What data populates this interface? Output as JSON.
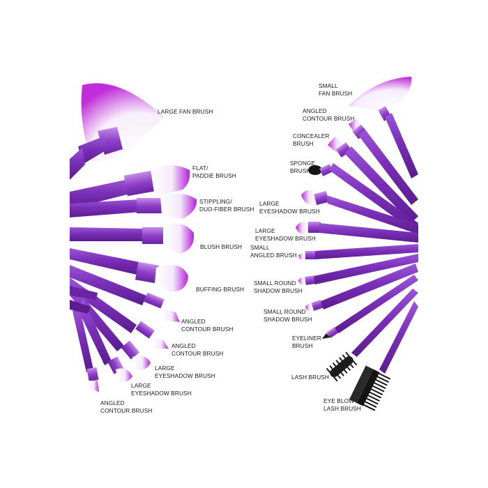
{
  "product": {
    "handle_color": "#7a2fb8",
    "bristle_tip_color": "#b521d8",
    "ferrule_color": "#8e3fc8",
    "tool_color": "#1a1a1a"
  },
  "left_labels": [
    {
      "id": "large-fan-brush",
      "lines": [
        "LARGE FAN BRUSH",
        ""
      ]
    },
    {
      "id": "flat-paddle-brush",
      "lines": [
        "FLAT/",
        "PADDIE BRUSH"
      ]
    },
    {
      "id": "stippling-duo-fiber-brush",
      "lines": [
        "STIPPLING/",
        "DUO-FIBER BRUSH"
      ]
    },
    {
      "id": "blush-brush",
      "lines": [
        "BLUSH BRUSH",
        ""
      ]
    },
    {
      "id": "buffing-brush",
      "lines": [
        "BUFFING BRUSH",
        ""
      ]
    },
    {
      "id": "angled-contour-brush-1",
      "lines": [
        "ANGLED",
        "CONTOUR BRUSH"
      ]
    },
    {
      "id": "angled-contour-brush-2",
      "lines": [
        "ANGLED",
        "CONTOUR BRUSH"
      ]
    },
    {
      "id": "large-eyeshadow-brush-1",
      "lines": [
        "LARGE",
        "EYESHADOW BRUSH"
      ]
    },
    {
      "id": "large-eyeshadow-brush-2",
      "lines": [
        "LARGE",
        "EYESHADOW BRUSH"
      ]
    },
    {
      "id": "angled-contour-brush-3",
      "lines": [
        "ANGLED",
        "CONTOUR BRUSH"
      ]
    }
  ],
  "right_labels": [
    {
      "id": "small-fan-brush",
      "lines": [
        "SMALL",
        "FAN BRUSH"
      ]
    },
    {
      "id": "angled-contour-brush-r",
      "lines": [
        "ANGLED",
        "CONTOUR BRUSH"
      ]
    },
    {
      "id": "concealer-brush",
      "lines": [
        "CONCEALER",
        "BRUSH"
      ]
    },
    {
      "id": "sponge-brush",
      "lines": [
        "SPONGE",
        "BRUSH"
      ]
    },
    {
      "id": "large-eyeshadow-brush-r1",
      "lines": [
        "LARGE",
        "EYESHADOW BRUSH"
      ]
    },
    {
      "id": "large-eyeshadow-brush-r2",
      "lines": [
        "LARGE",
        "EYESHADOW BRUSH"
      ]
    },
    {
      "id": "small-angled-brush",
      "lines": [
        "SMALL",
        "ANGLED BRUSH"
      ]
    },
    {
      "id": "small-round-shadow-brush-1",
      "lines": [
        "SMALL ROUND",
        "SHADOW BRUSH"
      ]
    },
    {
      "id": "small-round-shadow-brush-2",
      "lines": [
        "SMALL ROUND",
        "SHADOW BRUSH"
      ]
    },
    {
      "id": "eyeliner-brush",
      "lines": [
        "EYELINER",
        "BRUSH"
      ]
    },
    {
      "id": "lash-brush",
      "lines": [
        "LASH BRUSH",
        ""
      ]
    },
    {
      "id": "eye-blow-lash-brush",
      "lines": [
        "EYE BLOW",
        "LASH BRUSH"
      ]
    }
  ]
}
